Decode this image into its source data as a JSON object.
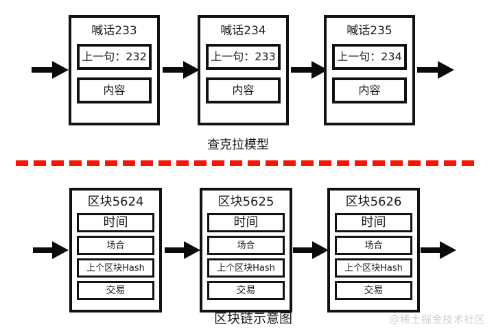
{
  "diagram": {
    "background_color": "#ffffff",
    "stroke_color": "#111111",
    "divider_color": "#f81405",
    "watermark_color": "#cfcfcf"
  },
  "top_section": {
    "caption": "查克拉模型",
    "nodes": [
      {
        "title": "喊话233",
        "prev_label": "上一句：232",
        "content_label": "内容"
      },
      {
        "title": "喊话234",
        "prev_label": "上一句：233",
        "content_label": "内容"
      },
      {
        "title": "喊话235",
        "prev_label": "上一句：234",
        "content_label": "内容"
      }
    ]
  },
  "bottom_section": {
    "caption": "区块链示意图",
    "nodes": [
      {
        "title": "区块5624",
        "time_label": "时间",
        "scene_label": "场合",
        "hash_label": "上个区块Hash",
        "tx_label": "交易"
      },
      {
        "title": "区块5625",
        "time_label": "时间",
        "scene_label": "场合",
        "hash_label": "上个区块Hash",
        "tx_label": "交易"
      },
      {
        "title": "区块5626",
        "time_label": "时间",
        "scene_label": "场合",
        "hash_label": "上个区块Hash",
        "tx_label": "交易"
      }
    ]
  },
  "watermark": {
    "text": "@稀土掘金技术社区"
  }
}
